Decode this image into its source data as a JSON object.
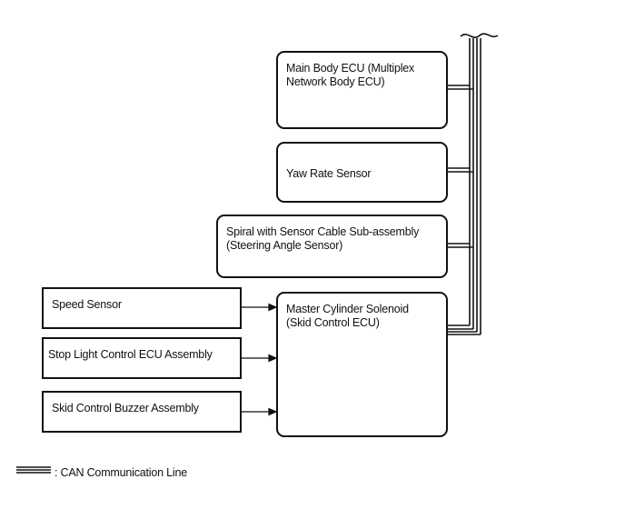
{
  "nodes": {
    "main_body_ecu": "Main Body ECU (Multiplex\nNetwork Body ECU)",
    "yaw_rate_sensor": "Yaw Rate Sensor",
    "spiral_cable": "Spiral with Sensor Cable Sub-assembly\n(Steering Angle Sensor)",
    "master_cylinder": "Master Cylinder Solenoid\n(Skid Control ECU)",
    "speed_sensor": "Speed Sensor",
    "stop_light_ecu": "Stop Light Control ECU Assembly",
    "buzzer": "Skid Control Buzzer Assembly"
  },
  "legend": {
    "label": ": CAN Communication Line"
  },
  "colors": {
    "line": "#111111",
    "background": "#ffffff"
  }
}
